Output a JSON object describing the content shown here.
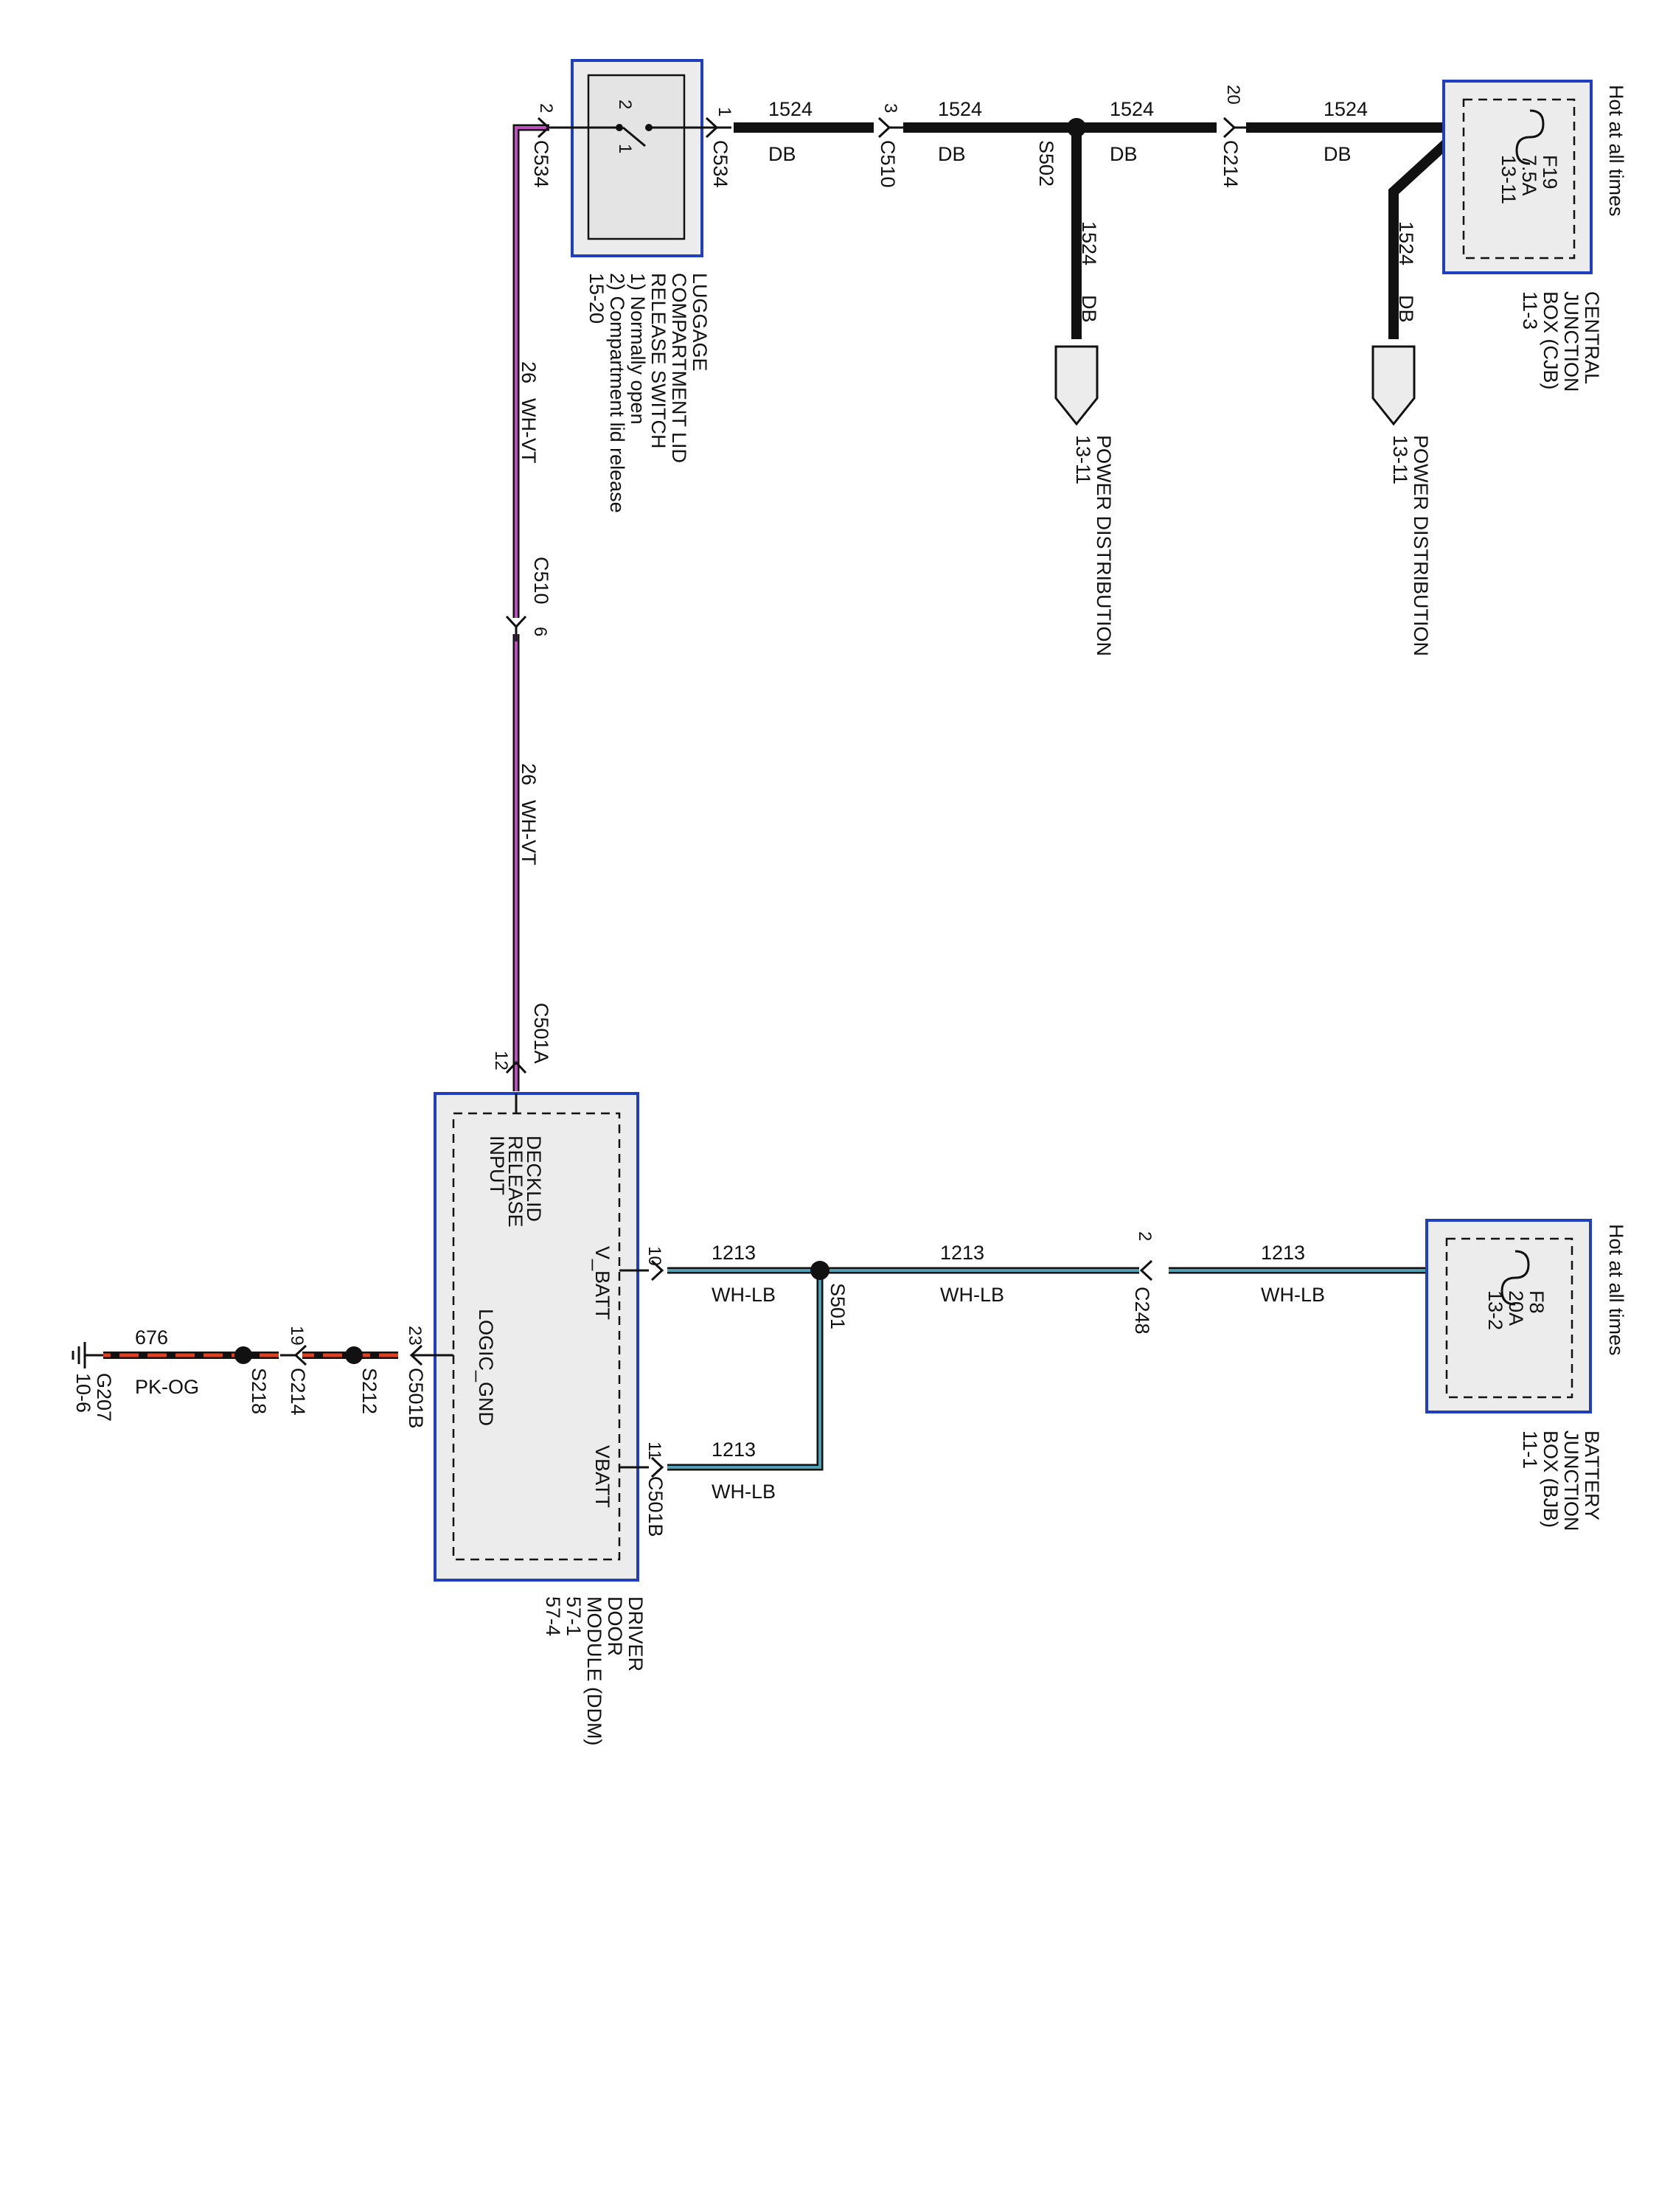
{
  "colors": {
    "DB": "#111111",
    "WH-VT": "#c04fc0",
    "WH-LB": "#4f9fb5",
    "PK-OG": "#e04020",
    "box_border": "#1f3fbf"
  },
  "cjb": {
    "hot": "Hot at all times",
    "fuse": "F19",
    "amps": "7.5A",
    "page": "13-11",
    "name": [
      "CENTRAL",
      "JUNCTION",
      "BOX (CJB)",
      "11-3"
    ]
  },
  "bjb": {
    "hot": "Hot at all times",
    "fuse": "F8",
    "amps": "20A",
    "page": "13-2",
    "name": [
      "BATTERY",
      "JUNCTION",
      "BOX (BJB)",
      "11-1"
    ]
  },
  "switch": {
    "name": [
      "LUGGAGE",
      "COMPARTMENT LID",
      "RELEASE SWITCH",
      "1) Normally open",
      "2) Compartment lid release",
      "15-20"
    ],
    "pin_left": "2",
    "pin_right": "1"
  },
  "ddm": {
    "name": [
      "DRIVER",
      "DOOR",
      "MODULE (DDM)",
      "57-1",
      "57-4"
    ],
    "input": [
      "DECKLID",
      "RELEASE",
      "INPUT"
    ],
    "v_batt": "V_BATT",
    "vbatt": "VBATT",
    "logic_gnd": "LOGIC_GND"
  },
  "power_dist": [
    {
      "label": "POWER DISTRIBUTION",
      "page": "13-11"
    },
    {
      "label": "POWER DISTRIBUTION",
      "page": "13-11"
    }
  ],
  "wires": {
    "power": {
      "circuit": "1524",
      "color": "DB"
    },
    "release": {
      "circuit": "26",
      "color": "WH-VT"
    },
    "battery": {
      "circuit": "1213",
      "color": "WH-LB"
    },
    "ground": {
      "circuit": "676",
      "color": "PK-OG"
    }
  },
  "connectors": {
    "c534_left": {
      "name": "C534",
      "pin": "2"
    },
    "c534_right": {
      "name": "C534",
      "pin": "1"
    },
    "c510_top": {
      "name": "C510",
      "pin": "3"
    },
    "c214_top": {
      "name": "C214",
      "pin": "20"
    },
    "c510_vert": {
      "name": "C510",
      "pin": "6"
    },
    "c501a": {
      "name": "C501A",
      "pin": "12"
    },
    "c248": {
      "name": "C248",
      "pin": "2"
    },
    "vbatt_pin10": "10",
    "c501b_vbatt": {
      "name": "C501B",
      "pin": "11"
    },
    "c501b_gnd": {
      "name": "C501B",
      "pin": "23"
    },
    "c214_gnd": {
      "name": "C214",
      "pin": "19"
    }
  },
  "splices": {
    "s502": "S502",
    "s501": "S501",
    "s212": "S212",
    "s218": "S218"
  },
  "ground": {
    "name": "G207",
    "page": "10-6"
  }
}
